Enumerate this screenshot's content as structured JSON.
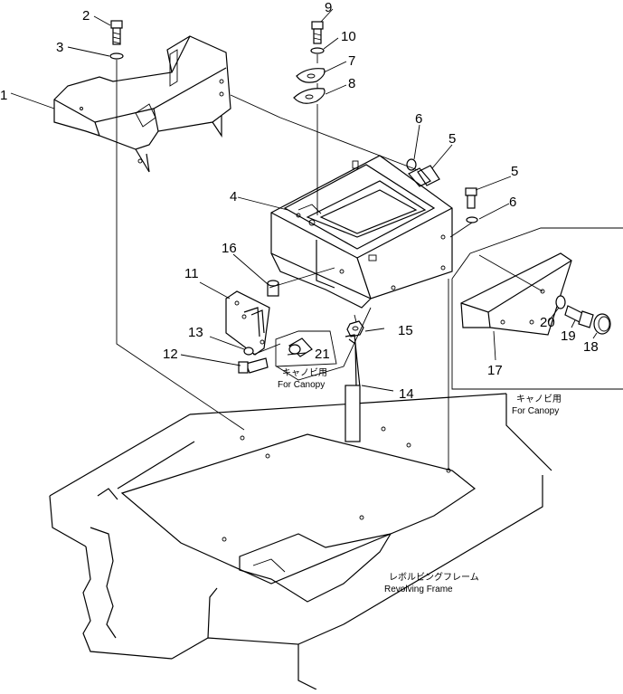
{
  "diagram": {
    "part_numbers": [
      "1",
      "2",
      "3",
      "4",
      "5",
      "5",
      "6",
      "6",
      "7",
      "8",
      "9",
      "10",
      "11",
      "12",
      "13",
      "14",
      "15",
      "16",
      "17",
      "18",
      "19",
      "20",
      "21"
    ],
    "captions": {
      "canopy_jp_left": "キャノビ用",
      "canopy_en_left": "For Canopy",
      "canopy_jp_right": "キャノビ用",
      "canopy_en_right": "For Canopy",
      "frame_jp": "レボルビングフレーム",
      "frame_en": "Revolving Frame"
    }
  }
}
